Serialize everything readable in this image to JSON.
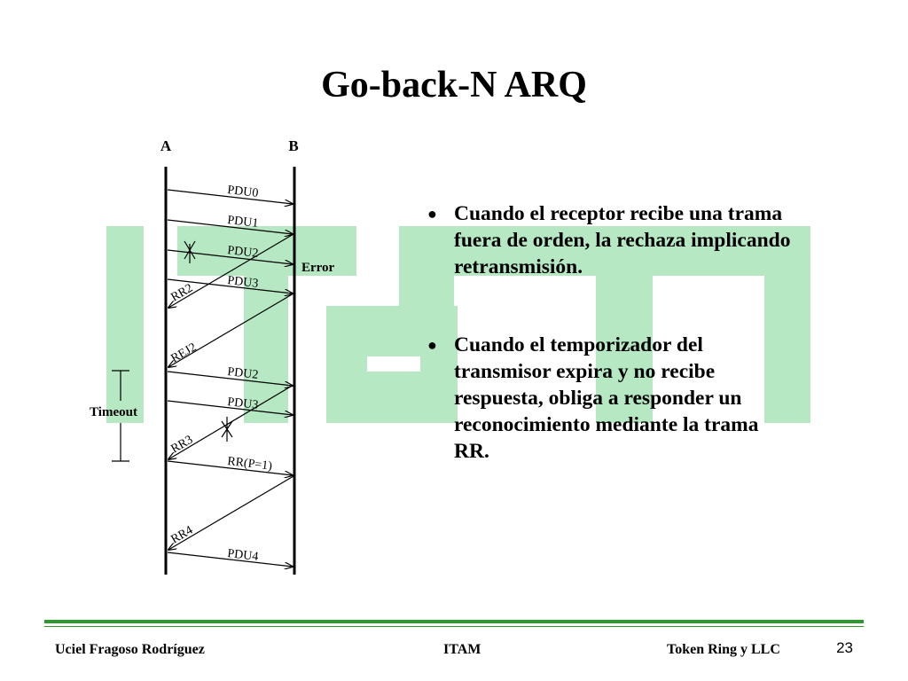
{
  "slide": {
    "title": "Go-back-N ARQ"
  },
  "diagram": {
    "station_a": "A",
    "station_b": "B",
    "error_label": "Error",
    "timeout_label": "Timeout",
    "messages": [
      "PDU0",
      "PDU1",
      "PDU2",
      "PDU3",
      "RR2",
      "REJ2",
      "PDU2",
      "PDU3",
      "RR3",
      "RR(P=1)",
      "RR4",
      "PDU4"
    ]
  },
  "bullets": [
    "Cuando el receptor recibe una trama fuera de orden, la rechaza implicando retransmisión.",
    "Cuando el temporizador del transmisor expira y no recibe respuesta, obliga a responder un reconocimiento mediante la trama RR."
  ],
  "footer": {
    "author": "Uciel Fragoso Rodríguez",
    "institution": "ITAM",
    "topic": "Token Ring y LLC",
    "page_number": "23"
  },
  "colors": {
    "watermark": "#b5e8c3",
    "footer_rule": "#2e9a2e"
  }
}
